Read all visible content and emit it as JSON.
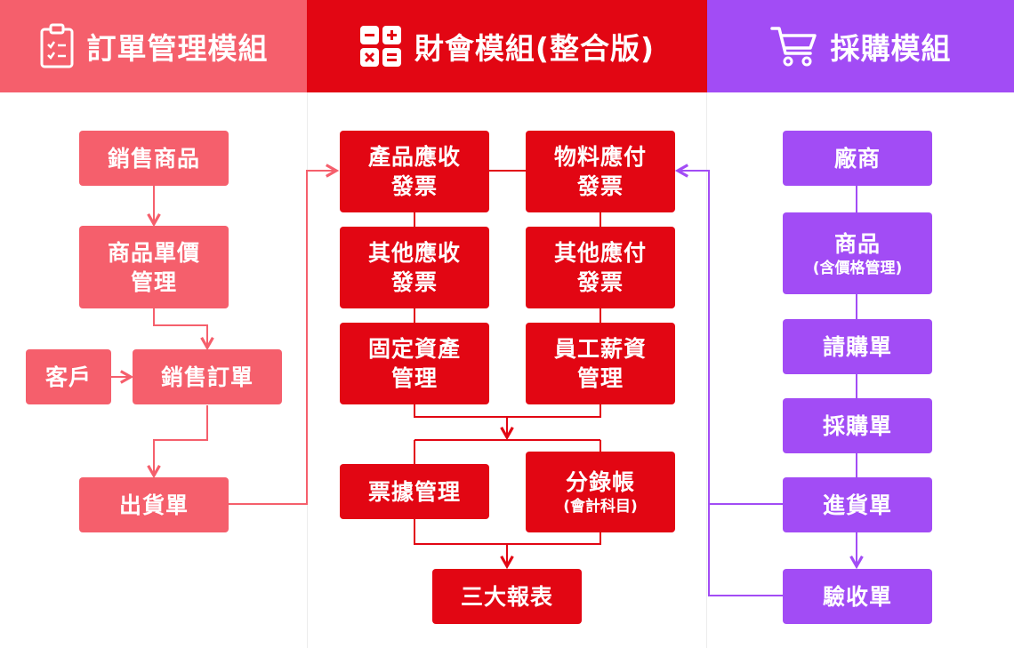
{
  "headers": {
    "order": {
      "title": "訂單管理模組",
      "icon": "clipboard-checklist-icon"
    },
    "finance": {
      "title": "財會模組(整合版)",
      "icon": "calculator-icon"
    },
    "purchase": {
      "title": "採購模組",
      "icon": "shopping-cart-icon"
    }
  },
  "order_nodes": {
    "sales_goods": "銷售商品",
    "price_mgmt_line1": "商品單價",
    "price_mgmt_line2": "管理",
    "customer": "客戶",
    "sales_order": "銷售訂單",
    "shipping_note": "出貨單"
  },
  "finance_nodes": {
    "product_receivable_line1": "產品應收",
    "product_receivable_line2": "發票",
    "material_payable_line1": "物料應付",
    "material_payable_line2": "發票",
    "other_receivable_line1": "其他應收",
    "other_receivable_line2": "發票",
    "other_payable_line1": "其他應付",
    "other_payable_line2": "發票",
    "fixed_assets_line1": "固定資產",
    "fixed_assets_line2": "管理",
    "payroll_line1": "員工薪資",
    "payroll_line2": "管理",
    "voucher_mgmt": "票據管理",
    "journal_line1": "分錄帳",
    "journal_sub": "(會計科目)",
    "reports": "三大報表"
  },
  "purchase_nodes": {
    "vendor": "廠商",
    "goods_line1": "商品",
    "goods_sub": "(含價格管理)",
    "requisition": "請購單",
    "purchase_order": "採購單",
    "receiving_note": "進貨單",
    "inspection_note": "驗收單"
  },
  "colors": {
    "order": "#f55f6c",
    "finance": "#e20613",
    "purchase": "#a24cf5"
  }
}
